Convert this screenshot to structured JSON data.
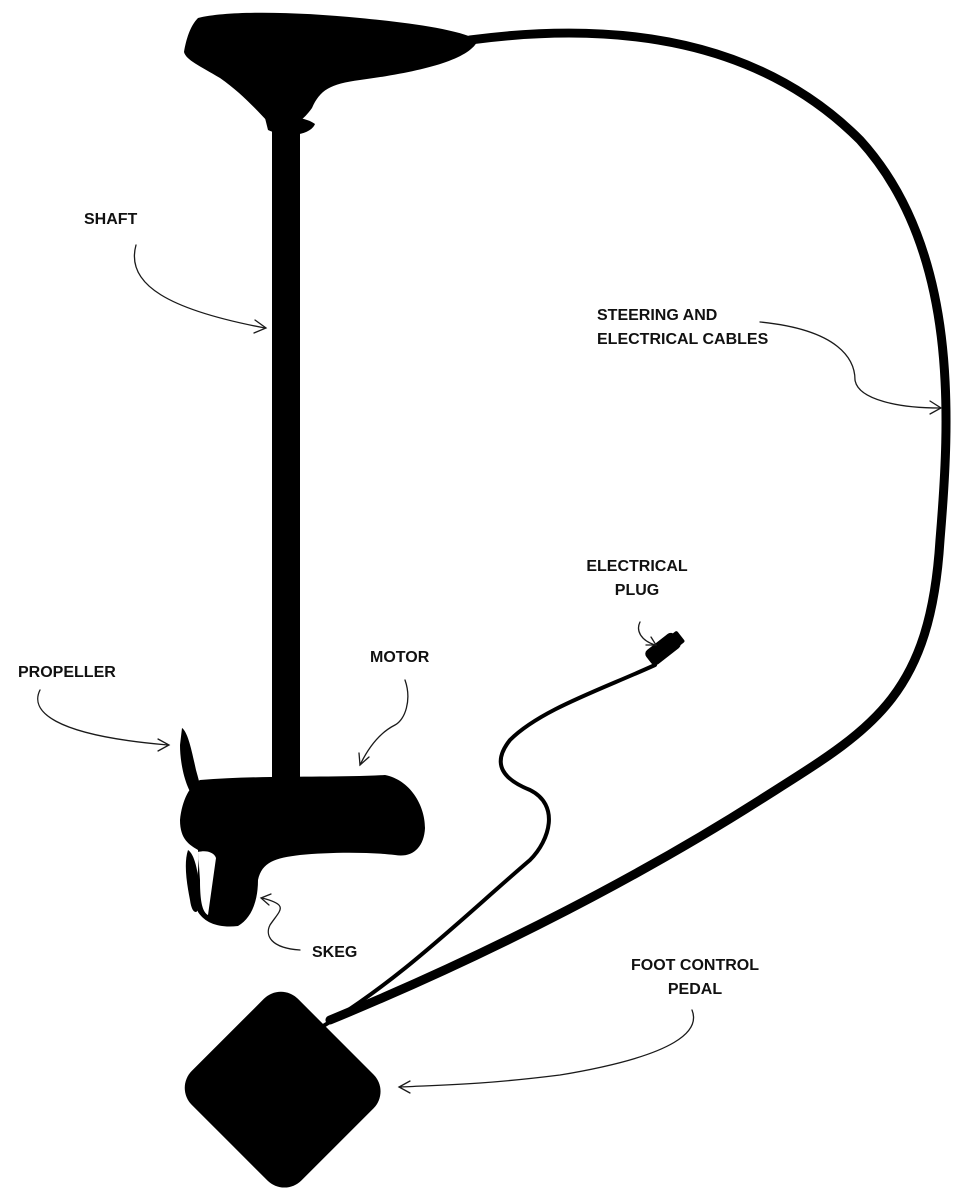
{
  "colors": {
    "silhouette": "#000000",
    "background": "#ffffff",
    "leader": "#1a1a1a"
  },
  "labels": {
    "shaft": "SHAFT",
    "cables_line1": "STEERING AND",
    "cables_line2": "ELECTRICAL CABLES",
    "plug_line1": "ELECTRICAL",
    "plug_line2": "PLUG",
    "motor": "MOTOR",
    "propeller": "PROPELLER",
    "skeg": "SKEG",
    "pedal_line1": "FOOT CONTROL",
    "pedal_line2": "PEDAL"
  }
}
